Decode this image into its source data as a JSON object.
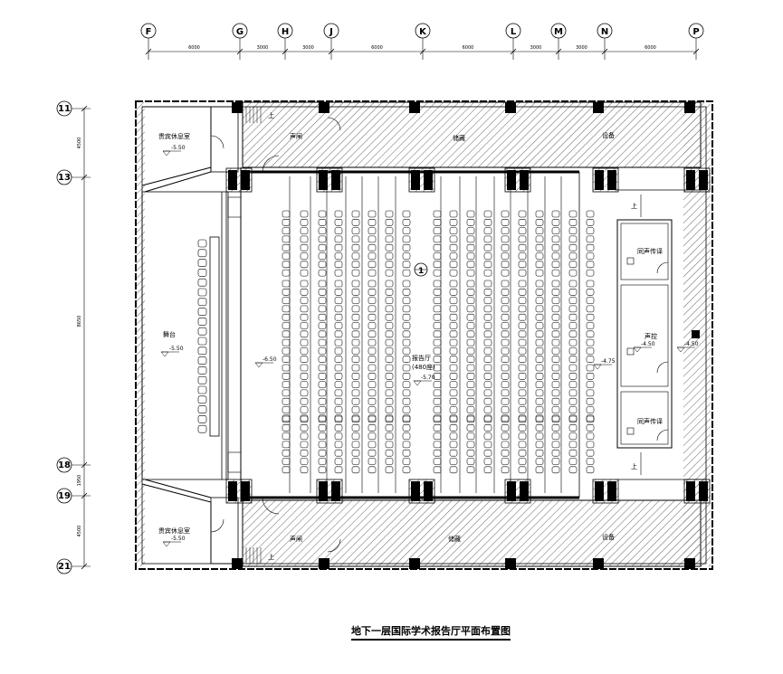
{
  "title": "地下一层国际学术报告厅平面布置图",
  "axes": {
    "columns": [
      "F",
      "G",
      "H",
      "J",
      "K",
      "L",
      "M",
      "N",
      "P"
    ],
    "rows": [
      "11",
      "13",
      "18",
      "19",
      "21"
    ],
    "column_dims": [
      "6000",
      "3000",
      "3000",
      "6000",
      "6000",
      "3000",
      "3000",
      "6000"
    ],
    "row_dims": [
      "4500",
      "8650",
      "1950",
      "4500"
    ]
  },
  "rooms": {
    "vip_lounge_top": "贵宾休息室",
    "vip_lounge_bottom": "贵宾休息室",
    "stage": "舞台",
    "auditorium": "报告厅",
    "auditorium_capacity": "(480座)",
    "sound_lock_top": "声闸",
    "sound_lock_bottom": "声闸",
    "storage_top": "储藏",
    "storage_bottom": "储藏",
    "equipment_top": "设备",
    "equipment_bottom": "设备",
    "control": "声控",
    "interp_top": "同声传译",
    "interp_bottom": "同声传译",
    "stair_up": "上"
  },
  "levels": {
    "vip_top": "-5.50",
    "vip_bottom": "-5.50",
    "stage": "-5.50",
    "front_aisle": "-6.50",
    "auditorium": "-5.70",
    "rear_aisle": "-4.75",
    "control": "-4.50",
    "right_corridor": "-4.50"
  },
  "index_mark": "1",
  "colors": {
    "line": "#000000",
    "hatch": "#555555",
    "background": "#ffffff"
  }
}
